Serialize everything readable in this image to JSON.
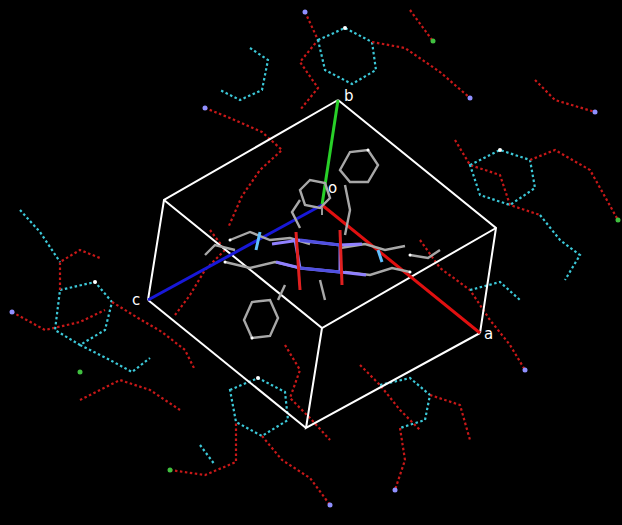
{
  "diagram": {
    "labels": [
      "b",
      "o",
      "c",
      "a"
    ]
  }
}
